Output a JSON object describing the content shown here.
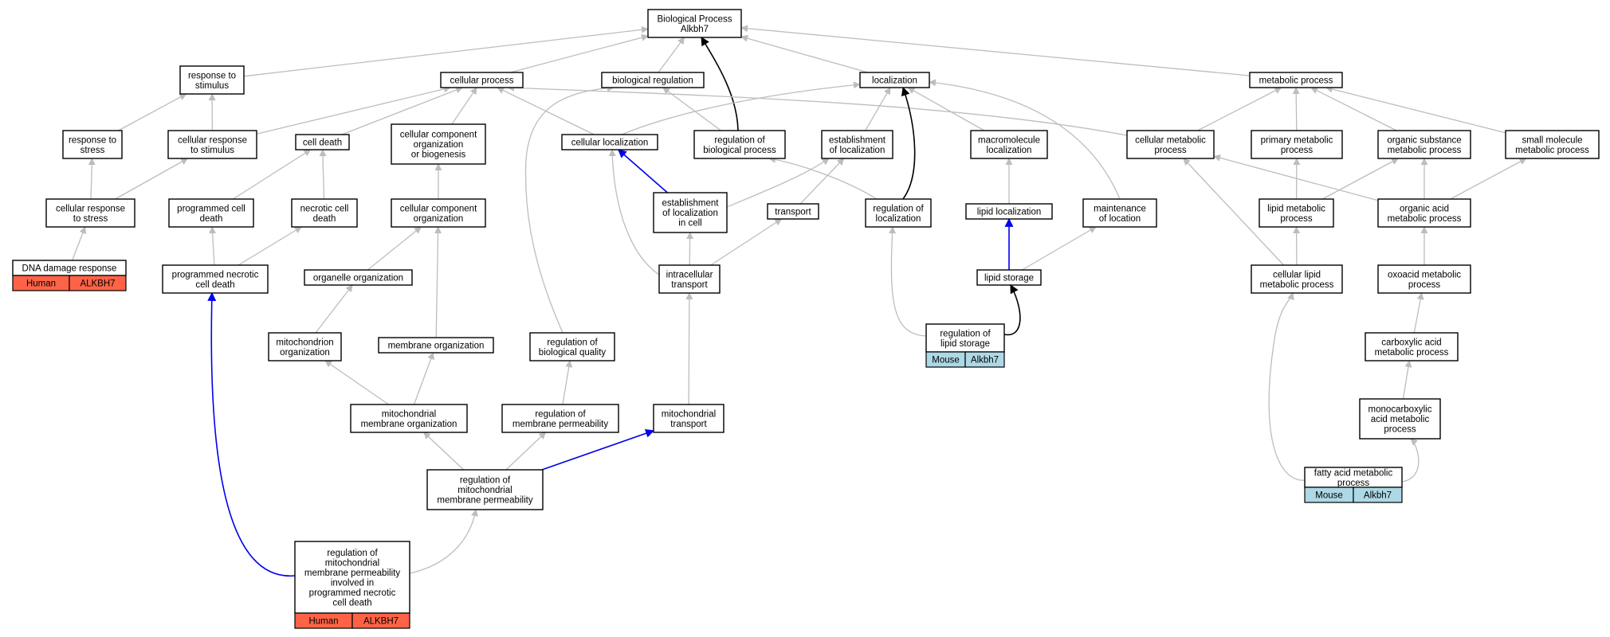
{
  "graph": {
    "colors": {
      "edge_default": "#bdbdbd",
      "edge_highlight_blue": "#0000ee",
      "edge_highlight_black": "#000000",
      "human_annotation": "#ff6347",
      "mouse_annotation": "#add8e6"
    },
    "nodes": [
      {
        "id": "bp",
        "lines": [
          "Biological Process",
          "Alkbh7"
        ]
      },
      {
        "id": "resp_stim",
        "lines": [
          "response to",
          "stimulus"
        ]
      },
      {
        "id": "cell_proc",
        "lines": [
          "cellular process"
        ]
      },
      {
        "id": "bio_reg",
        "lines": [
          "biological regulation"
        ]
      },
      {
        "id": "localization",
        "lines": [
          "localization"
        ]
      },
      {
        "id": "metab_proc",
        "lines": [
          "metabolic process"
        ]
      },
      {
        "id": "resp_stress",
        "lines": [
          "response to",
          "stress"
        ]
      },
      {
        "id": "cell_resp_stim",
        "lines": [
          "cellular response",
          "to stimulus"
        ]
      },
      {
        "id": "cell_death",
        "lines": [
          "cell death"
        ]
      },
      {
        "id": "ccob",
        "lines": [
          "cellular component",
          "organization",
          "or biogenesis"
        ]
      },
      {
        "id": "cell_loc",
        "lines": [
          "cellular localization"
        ]
      },
      {
        "id": "reg_bio_proc",
        "lines": [
          "regulation of",
          "biological process"
        ]
      },
      {
        "id": "est_loc",
        "lines": [
          "establishment",
          "of localization"
        ]
      },
      {
        "id": "macro_loc",
        "lines": [
          "macromolecule",
          "localization"
        ]
      },
      {
        "id": "cell_metab",
        "lines": [
          "cellular metabolic",
          "process"
        ]
      },
      {
        "id": "prim_metab",
        "lines": [
          "primary metabolic",
          "process"
        ]
      },
      {
        "id": "org_sub_metab",
        "lines": [
          "organic substance",
          "metabolic process"
        ]
      },
      {
        "id": "small_mol_metab",
        "lines": [
          "small molecule",
          "metabolic process"
        ]
      },
      {
        "id": "cell_resp_stress",
        "lines": [
          "cellular response",
          "to stress"
        ]
      },
      {
        "id": "prog_cell_death",
        "lines": [
          "programmed cell",
          "death"
        ]
      },
      {
        "id": "necrotic_cell_death",
        "lines": [
          "necrotic cell",
          "death"
        ]
      },
      {
        "id": "cco",
        "lines": [
          "cellular component",
          "organization"
        ]
      },
      {
        "id": "est_loc_cell",
        "lines": [
          "establishment",
          "of localization",
          "in cell"
        ]
      },
      {
        "id": "transport",
        "lines": [
          "transport"
        ]
      },
      {
        "id": "reg_loc",
        "lines": [
          "regulation of",
          "localization"
        ]
      },
      {
        "id": "lipid_loc",
        "lines": [
          "lipid localization"
        ]
      },
      {
        "id": "maint_loc",
        "lines": [
          "maintenance",
          "of location"
        ]
      },
      {
        "id": "lipid_metab",
        "lines": [
          "lipid metabolic",
          "process"
        ]
      },
      {
        "id": "org_acid_metab",
        "lines": [
          "organic acid",
          "metabolic process"
        ]
      },
      {
        "id": "dna_damage",
        "lines": [
          "DNA damage response"
        ],
        "annotation": {
          "species": "Human",
          "gene": "ALKBH7"
        }
      },
      {
        "id": "prog_necrotic",
        "lines": [
          "programmed necrotic",
          "cell death"
        ]
      },
      {
        "id": "organelle_org",
        "lines": [
          "organelle organization"
        ]
      },
      {
        "id": "intracell_transport",
        "lines": [
          "intracellular",
          "transport"
        ]
      },
      {
        "id": "lipid_storage",
        "lines": [
          "lipid storage"
        ]
      },
      {
        "id": "cell_lipid_metab",
        "lines": [
          "cellular lipid",
          "metabolic process"
        ]
      },
      {
        "id": "oxoacid_metab",
        "lines": [
          "oxoacid metabolic",
          "process"
        ]
      },
      {
        "id": "mito_org",
        "lines": [
          "mitochondrion",
          "organization"
        ]
      },
      {
        "id": "membrane_org",
        "lines": [
          "membrane organization"
        ]
      },
      {
        "id": "reg_bio_quality",
        "lines": [
          "regulation of",
          "biological quality"
        ]
      },
      {
        "id": "reg_lipid_storage",
        "lines": [
          "regulation of",
          "lipid storage"
        ],
        "annotation": {
          "species": "Mouse",
          "gene": "Alkbh7"
        }
      },
      {
        "id": "carbox_metab",
        "lines": [
          "carboxylic acid",
          "metabolic process"
        ]
      },
      {
        "id": "mito_membrane_org",
        "lines": [
          "mitochondrial",
          "membrane organization"
        ]
      },
      {
        "id": "reg_membrane_perm",
        "lines": [
          "regulation of",
          "membrane permeability"
        ]
      },
      {
        "id": "mito_transport",
        "lines": [
          "mitochondrial",
          "transport"
        ]
      },
      {
        "id": "monocarbox_metab",
        "lines": [
          "monocarboxylic",
          "acid metabolic",
          "process"
        ]
      },
      {
        "id": "reg_mito_perm",
        "lines": [
          "regulation of",
          "mitochondrial",
          "membrane permeability"
        ]
      },
      {
        "id": "fatty_acid_metab",
        "lines": [
          "fatty acid metabolic",
          "process"
        ],
        "annotation": {
          "species": "Mouse",
          "gene": "Alkbh7"
        }
      },
      {
        "id": "reg_mito_perm_necrotic",
        "lines": [
          "regulation of",
          "mitochondrial",
          "membrane permeability",
          "involved in",
          "programmed necrotic",
          "cell death"
        ],
        "annotation": {
          "species": "Human",
          "gene": "ALKBH7"
        }
      }
    ],
    "edges": [
      {
        "from": "resp_stim",
        "to": "bp",
        "style": "grey"
      },
      {
        "from": "cell_proc",
        "to": "bp",
        "style": "grey"
      },
      {
        "from": "bio_reg",
        "to": "bp",
        "style": "grey"
      },
      {
        "from": "reg_bio_proc",
        "to": "bp",
        "style": "black"
      },
      {
        "from": "localization",
        "to": "bp",
        "style": "grey"
      },
      {
        "from": "metab_proc",
        "to": "bp",
        "style": "grey"
      },
      {
        "from": "resp_stress",
        "to": "resp_stim",
        "style": "grey"
      },
      {
        "from": "cell_resp_stim",
        "to": "resp_stim",
        "style": "grey"
      },
      {
        "from": "cell_resp_stim",
        "to": "cell_proc",
        "style": "grey"
      },
      {
        "from": "cell_death",
        "to": "cell_proc",
        "style": "grey"
      },
      {
        "from": "ccob",
        "to": "cell_proc",
        "style": "grey"
      },
      {
        "from": "cell_loc",
        "to": "cell_proc",
        "style": "grey"
      },
      {
        "from": "cell_metab",
        "to": "cell_proc",
        "style": "grey"
      },
      {
        "from": "reg_bio_proc",
        "to": "bio_reg",
        "style": "grey"
      },
      {
        "from": "reg_bio_quality",
        "to": "bio_reg",
        "style": "grey"
      },
      {
        "from": "cell_loc",
        "to": "localization",
        "style": "grey"
      },
      {
        "from": "est_loc",
        "to": "localization",
        "style": "grey"
      },
      {
        "from": "macro_loc",
        "to": "localization",
        "style": "grey"
      },
      {
        "from": "maint_loc",
        "to": "localization",
        "style": "grey"
      },
      {
        "from": "reg_loc",
        "to": "localization",
        "style": "black"
      },
      {
        "from": "cell_metab",
        "to": "metab_proc",
        "style": "grey"
      },
      {
        "from": "prim_metab",
        "to": "metab_proc",
        "style": "grey"
      },
      {
        "from": "org_sub_metab",
        "to": "metab_proc",
        "style": "grey"
      },
      {
        "from": "small_mol_metab",
        "to": "metab_proc",
        "style": "grey"
      },
      {
        "from": "cell_resp_stress",
        "to": "resp_stress",
        "style": "grey"
      },
      {
        "from": "cell_resp_stress",
        "to": "cell_resp_stim",
        "style": "grey"
      },
      {
        "from": "prog_cell_death",
        "to": "cell_death",
        "style": "grey"
      },
      {
        "from": "necrotic_cell_death",
        "to": "cell_death",
        "style": "grey"
      },
      {
        "from": "cco",
        "to": "ccob",
        "style": "grey"
      },
      {
        "from": "est_loc_cell",
        "to": "cell_loc",
        "style": "blue"
      },
      {
        "from": "est_loc_cell",
        "to": "est_loc",
        "style": "grey"
      },
      {
        "from": "transport",
        "to": "est_loc",
        "style": "grey"
      },
      {
        "from": "reg_loc",
        "to": "reg_bio_proc",
        "style": "grey"
      },
      {
        "from": "lipid_loc",
        "to": "macro_loc",
        "style": "grey"
      },
      {
        "from": "org_acid_metab",
        "to": "cell_metab",
        "style": "grey"
      },
      {
        "from": "cell_lipid_metab",
        "to": "cell_metab",
        "style": "grey"
      },
      {
        "from": "lipid_metab",
        "to": "prim_metab",
        "style": "grey"
      },
      {
        "from": "lipid_metab",
        "to": "org_sub_metab",
        "style": "grey"
      },
      {
        "from": "org_acid_metab",
        "to": "org_sub_metab",
        "style": "grey"
      },
      {
        "from": "org_acid_metab",
        "to": "small_mol_metab",
        "style": "grey"
      },
      {
        "from": "dna_damage",
        "to": "cell_resp_stress",
        "style": "grey"
      },
      {
        "from": "prog_necrotic",
        "to": "prog_cell_death",
        "style": "grey"
      },
      {
        "from": "prog_necrotic",
        "to": "necrotic_cell_death",
        "style": "grey"
      },
      {
        "from": "organelle_org",
        "to": "cco",
        "style": "grey"
      },
      {
        "from": "membrane_org",
        "to": "cco",
        "style": "grey"
      },
      {
        "from": "intracell_transport",
        "to": "cell_loc",
        "style": "grey"
      },
      {
        "from": "intracell_transport",
        "to": "est_loc_cell",
        "style": "grey"
      },
      {
        "from": "intracell_transport",
        "to": "transport",
        "style": "grey"
      },
      {
        "from": "lipid_storage",
        "to": "lipid_loc",
        "style": "blue"
      },
      {
        "from": "lipid_storage",
        "to": "maint_loc",
        "style": "grey"
      },
      {
        "from": "cell_lipid_metab",
        "to": "lipid_metab",
        "style": "grey"
      },
      {
        "from": "oxoacid_metab",
        "to": "org_acid_metab",
        "style": "grey"
      },
      {
        "from": "mito_org",
        "to": "organelle_org",
        "style": "grey"
      },
      {
        "from": "reg_lipid_storage",
        "to": "reg_loc",
        "style": "grey"
      },
      {
        "from": "reg_lipid_storage",
        "to": "lipid_storage",
        "style": "black"
      },
      {
        "from": "carbox_metab",
        "to": "oxoacid_metab",
        "style": "grey"
      },
      {
        "from": "mito_membrane_org",
        "to": "mito_org",
        "style": "grey"
      },
      {
        "from": "mito_membrane_org",
        "to": "membrane_org",
        "style": "grey"
      },
      {
        "from": "reg_membrane_perm",
        "to": "reg_bio_quality",
        "style": "grey"
      },
      {
        "from": "mito_transport",
        "to": "intracell_transport",
        "style": "grey"
      },
      {
        "from": "monocarbox_metab",
        "to": "carbox_metab",
        "style": "grey"
      },
      {
        "from": "reg_mito_perm",
        "to": "mito_membrane_org",
        "style": "grey"
      },
      {
        "from": "reg_mito_perm",
        "to": "reg_membrane_perm",
        "style": "grey"
      },
      {
        "from": "reg_mito_perm",
        "to": "mito_transport",
        "style": "blue"
      },
      {
        "from": "fatty_acid_metab",
        "to": "monocarbox_metab",
        "style": "grey"
      },
      {
        "from": "fatty_acid_metab",
        "to": "cell_lipid_metab",
        "style": "grey"
      },
      {
        "from": "reg_mito_perm_necrotic",
        "to": "reg_mito_perm",
        "style": "grey"
      },
      {
        "from": "reg_mito_perm_necrotic",
        "to": "prog_necrotic",
        "style": "blue"
      }
    ]
  }
}
